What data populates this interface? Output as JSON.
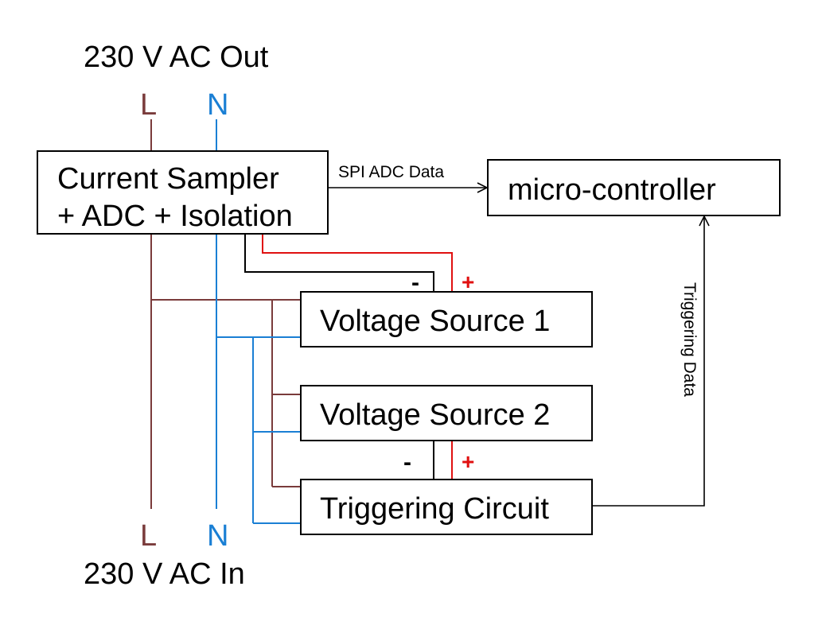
{
  "labels": {
    "top_title": "230 V AC Out",
    "bottom_title": "230 V AC In",
    "line_label": "L",
    "neutral_label": "N"
  },
  "blocks": {
    "sampler_line1": "Current Sampler",
    "sampler_line2": "+ ADC + Isolation",
    "micro": "micro-controller",
    "vs1": "Voltage Source 1",
    "vs2": "Voltage Source 2",
    "trigger": "Triggering Circuit"
  },
  "signals": {
    "spi": "SPI ADC Data",
    "trigger_data": "Triggering Data",
    "minus": "-",
    "plus": "+"
  },
  "colors": {
    "line": "#7a3b3b",
    "neutral": "#1a7fd4",
    "positive": "#e01010",
    "black": "#000000"
  }
}
